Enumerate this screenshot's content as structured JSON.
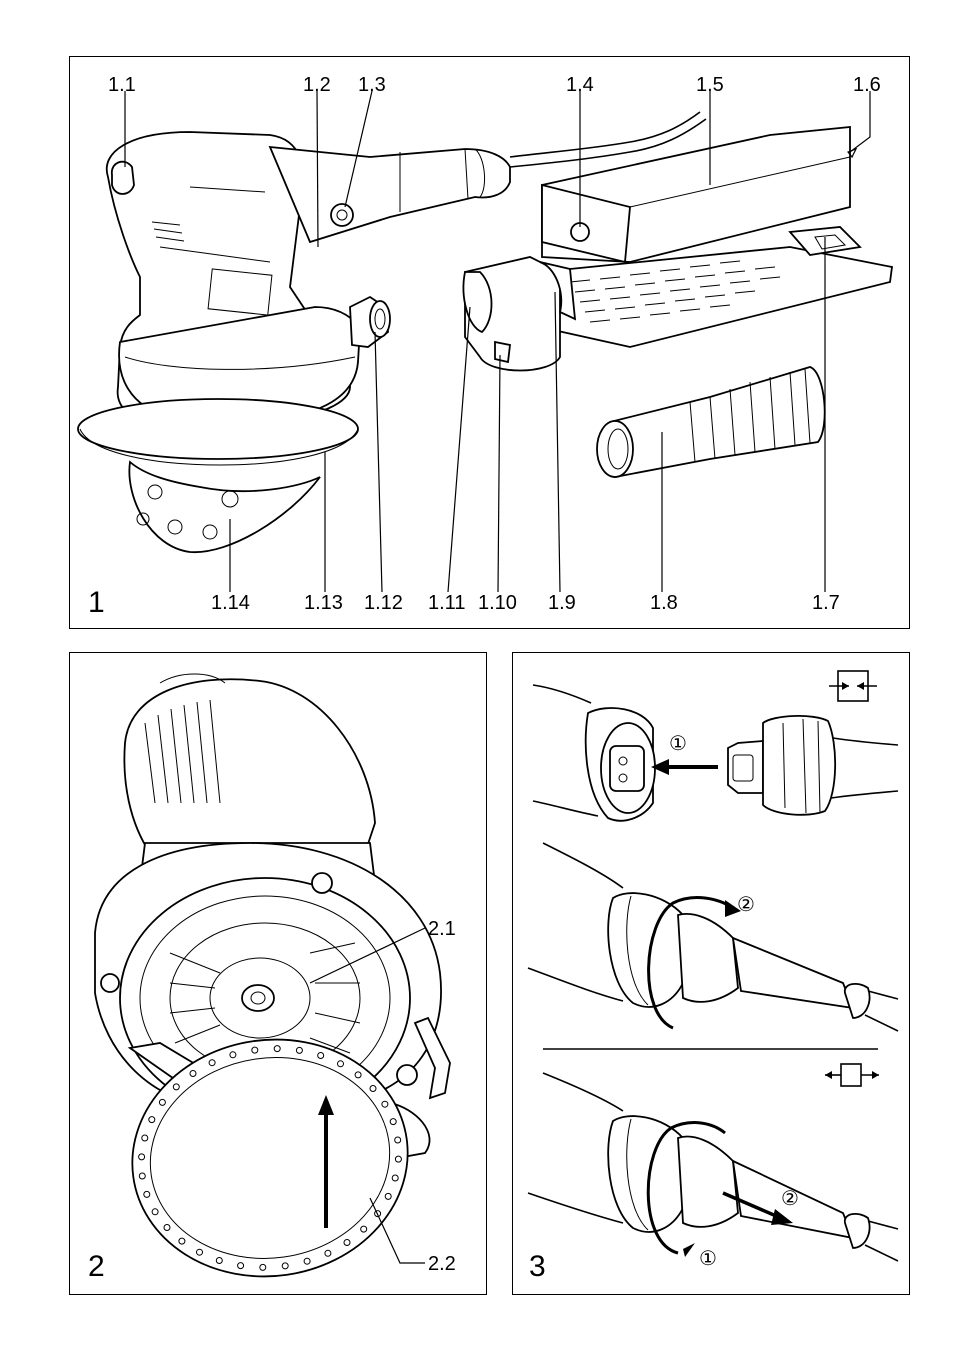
{
  "figure1": {
    "number": "1",
    "labels": {
      "l1_1": "1.1",
      "l1_2": "1.2",
      "l1_3": "1.3",
      "l1_4": "1.4",
      "l1_5": "1.5",
      "l1_6": "1.6",
      "l1_7": "1.7",
      "l1_8": "1.8",
      "l1_9": "1.9",
      "l1_10": "1.10",
      "l1_11": "1.11",
      "l1_12": "1.12",
      "l1_13": "1.13",
      "l1_14": "1.14"
    }
  },
  "figure2": {
    "number": "2",
    "labels": {
      "l2_1": "2.1",
      "l2_2": "2.2"
    }
  },
  "figure3": {
    "number": "3",
    "step1": "①",
    "step2": "②"
  }
}
